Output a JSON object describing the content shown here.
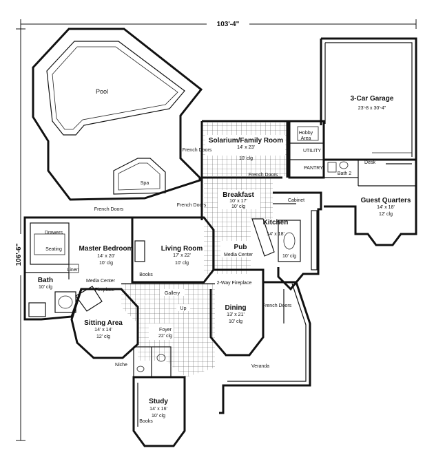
{
  "dimensions": {
    "width_label": "103'-4\"",
    "depth_label": "106'-6\""
  },
  "rooms": {
    "pool": {
      "name": "Pool"
    },
    "spa": {
      "name": "Spa"
    },
    "garage": {
      "name": "3-Car Garage",
      "size": "23'-8 x 30'-4\""
    },
    "hobby": {
      "name": "Hobby",
      "name2": "Area"
    },
    "utility": {
      "name": "UTILITY"
    },
    "pantry": {
      "name": "PANTRY"
    },
    "solarium": {
      "name": "Solarium/Family Room",
      "size": "14' x 23'",
      "ceiling": "10' clg"
    },
    "breakfast": {
      "name": "Breakfast",
      "size": "10' x 17'",
      "ceiling": "10' clg"
    },
    "bath2": {
      "name": "Bath 2"
    },
    "desk": {
      "name": "Desk"
    },
    "guest": {
      "name": "Guest Quarters",
      "size": "14' x 18'",
      "ceiling": "12' clg"
    },
    "cabinet": {
      "name": "Cabinet"
    },
    "kitchen": {
      "name": "Kitchen",
      "size": "14' x 18'",
      "ceiling": "10' clg"
    },
    "master": {
      "name": "Master Bedroom",
      "size": "14' x 20'",
      "ceiling": "10' clg"
    },
    "drawers": {
      "name": "Drawers"
    },
    "seating": {
      "name": "Seating"
    },
    "linen": {
      "name": "Linen"
    },
    "living": {
      "name": "Living Room",
      "size": "17' x 22'",
      "ceiling": "10' clg"
    },
    "pub": {
      "name": "Pub"
    },
    "media_center_pub": {
      "name": "Media Center"
    },
    "bath": {
      "name": "Bath",
      "ceiling": "10' clg"
    },
    "media_center_master": {
      "name": "Media Center"
    },
    "fireplace_master": {
      "name": "Fireplace"
    },
    "books_living": {
      "name": "Books"
    },
    "gallery": {
      "name": "Gallery"
    },
    "up": {
      "name": "Up"
    },
    "two_way_fireplace": {
      "name": "2-Way Fireplace"
    },
    "dining": {
      "name": "Dining",
      "size": "13' x 21'",
      "ceiling": "10' clg"
    },
    "sitting": {
      "name": "Sitting Area",
      "size": "14' x 14'",
      "ceiling": "12' clg"
    },
    "foyer": {
      "name": "Foyer",
      "ceiling": "22' clg"
    },
    "niche": {
      "name": "Niche"
    },
    "veranda": {
      "name": "Veranda"
    },
    "study": {
      "name": "Study",
      "size": "14' x 16'",
      "ceiling": "10' clg"
    },
    "books_study": {
      "name": "Books"
    }
  },
  "doors": {
    "french_solarium": "French Doors",
    "french_breakfast": "French Doors",
    "french_master": "French Doors",
    "french_living": "French Doors",
    "french_dining": "French Doors"
  }
}
